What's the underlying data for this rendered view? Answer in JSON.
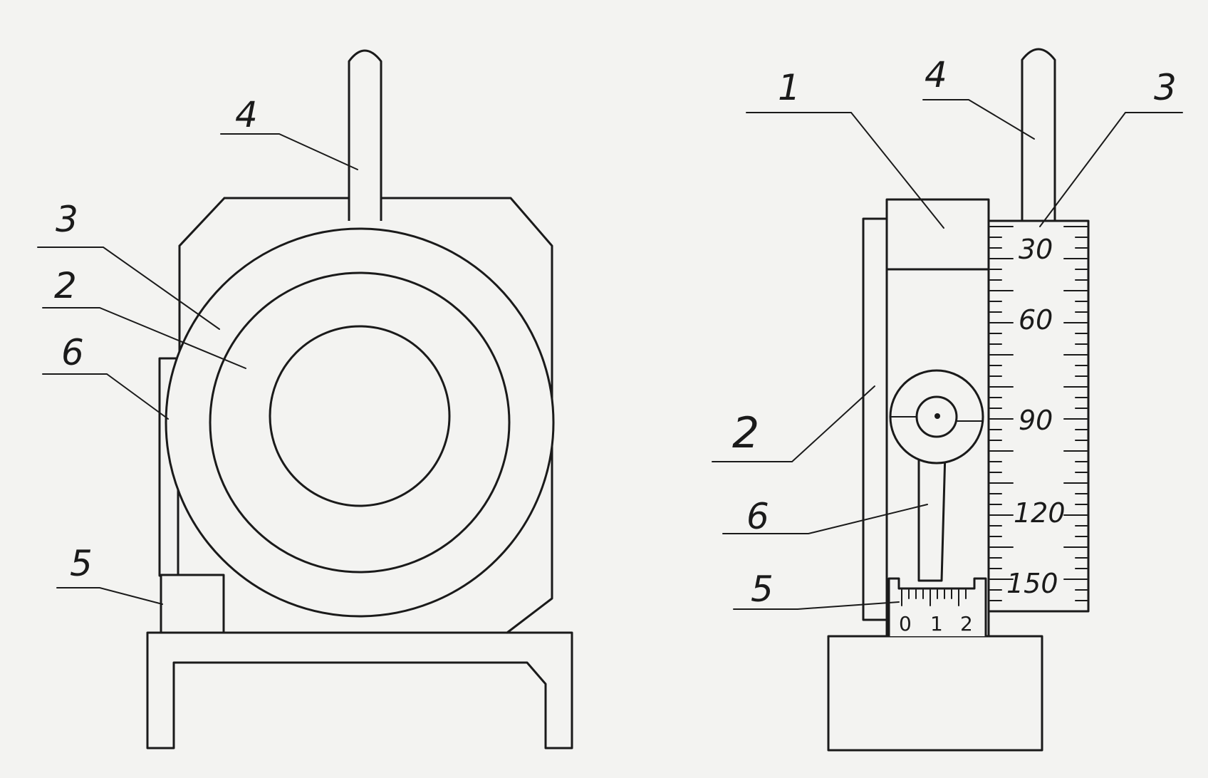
{
  "front_view": {
    "callouts": {
      "rod": "4",
      "outer_ring": "3",
      "inner_ring": "2",
      "pointer": "6",
      "base_block": "5"
    }
  },
  "side_view": {
    "callouts": {
      "top_block": "1",
      "rod": "4",
      "scale": "3",
      "plate": "2",
      "arm": "6",
      "vernier": "5"
    },
    "scale_labels": [
      "30",
      "60",
      "90",
      "120",
      "150"
    ],
    "vernier_labels": [
      "0",
      "1",
      "2"
    ]
  }
}
